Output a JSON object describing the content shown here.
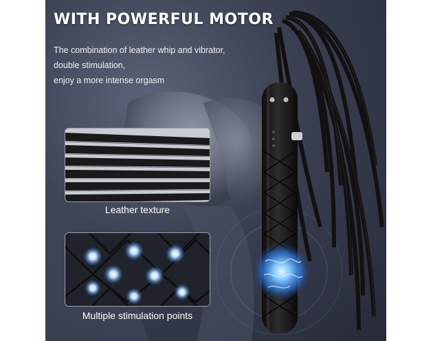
{
  "headline": "WITH POWERFUL MOTOR",
  "description": [
    "The combination of leather whip and vibrator,",
    "double stimulation,",
    "enjoy a more intense orgasm"
  ],
  "features": [
    {
      "caption": "Leather texture",
      "icon": "leather-strips-closeup"
    },
    {
      "caption": "Multiple stimulation points",
      "icon": "textured-handle-closeup"
    }
  ],
  "colors": {
    "background": "#2f3442",
    "text": "#ffffff",
    "product": "#141414",
    "glow": "#5aa8ff"
  }
}
